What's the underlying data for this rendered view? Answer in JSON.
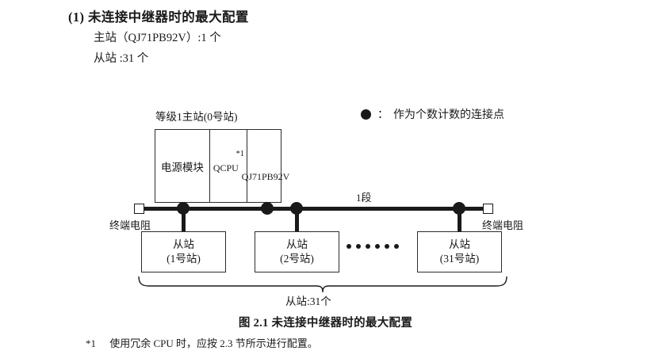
{
  "heading": {
    "title": "(1) 未连接中继器时的最大配置",
    "master_line": "主站（QJ71PB92V）:1 个",
    "slave_line": "从站 :31 个"
  },
  "legend": {
    "symbol": "filled-circle",
    "colon": "：",
    "text": "作为个数计数的连接点"
  },
  "diagram": {
    "master": {
      "label": "等级1主站(0号站)",
      "cells": {
        "power": "电源模块",
        "cpu": "QCPU",
        "cpu_note": "*1",
        "interface_line1": "QJ71",
        "interface_line2": "PB92V"
      }
    },
    "bus": {
      "segment_label": "1段",
      "terminator_left_label": "终端电阻",
      "terminator_right_label": "终端电阻",
      "node_count": 4
    },
    "slaves": [
      {
        "name": "从站",
        "number": "(1号站)"
      },
      {
        "name": "从站",
        "number": "(2号站)"
      },
      {
        "name": "从站",
        "number": "(31号站)"
      }
    ],
    "ellipsis_dots": 6,
    "brace_label": "从站:31个"
  },
  "caption": "图 2.1  未连接中继器时的最大配置",
  "footnote": {
    "mark": "*1",
    "text": "使用冗余 CPU 时，应按 2.3 节所示进行配置。"
  },
  "colors": {
    "ink": "#1a1a1a",
    "box_border": "#2b2b2b",
    "page_background": "#ffffff"
  }
}
